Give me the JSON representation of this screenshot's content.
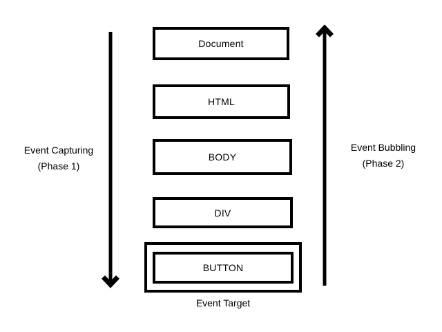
{
  "diagram": {
    "background_color": "#ffffff",
    "stroke_color": "#000000",
    "phases": {
      "capturing": {
        "line1": "Event Capturing",
        "line2": "(Phase 1)",
        "arrow_direction": "down"
      },
      "bubbling": {
        "line1": "Event Bubbling",
        "line2": "(Phase 2)",
        "arrow_direction": "up"
      }
    },
    "nodes": [
      {
        "id": "document",
        "label": "Document"
      },
      {
        "id": "html",
        "label": "HTML"
      },
      {
        "id": "body",
        "label": "BODY"
      },
      {
        "id": "div",
        "label": "DIV"
      },
      {
        "id": "button",
        "label": "BUTTON",
        "is_target": true
      }
    ],
    "target_caption": "Event Target"
  }
}
